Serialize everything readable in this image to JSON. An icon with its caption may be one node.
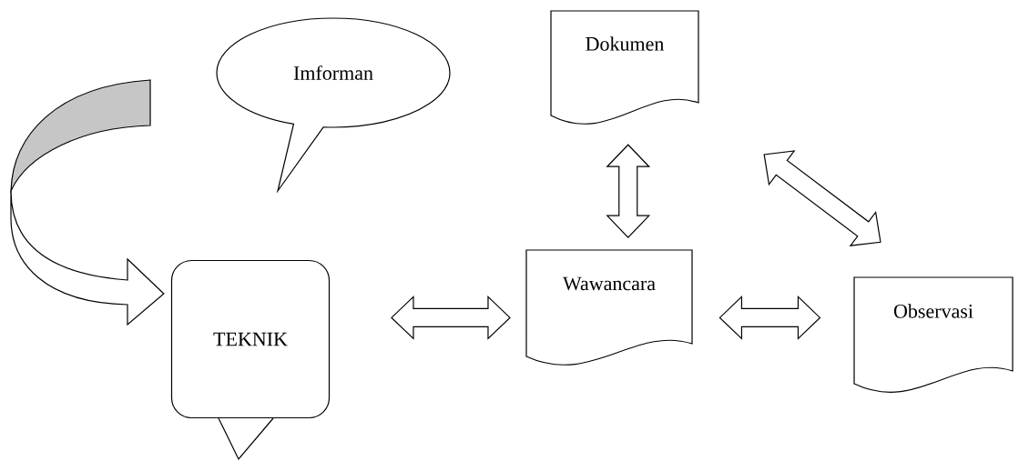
{
  "diagram": {
    "nodes": [
      {
        "text": [
          "Imforman"
        ]
      },
      {
        "text": [
          "Dokumen"
        ]
      },
      {
        "text": [
          "TEKNIK"
        ]
      },
      {
        "text": [
          "Wawancara"
        ]
      },
      {
        "text": [
          "Observasi"
        ]
      }
    ],
    "edges": [
      {
        "from": null,
        "to": 2,
        "arrow": "to"
      },
      {
        "from": 2,
        "to": 3,
        "arrow": "both"
      },
      {
        "from": 3,
        "to": 4,
        "arrow": "both"
      },
      {
        "from": 1,
        "to": 3,
        "arrow": "both"
      },
      {
        "from": 1,
        "to": 4,
        "arrow": "both"
      }
    ]
  }
}
